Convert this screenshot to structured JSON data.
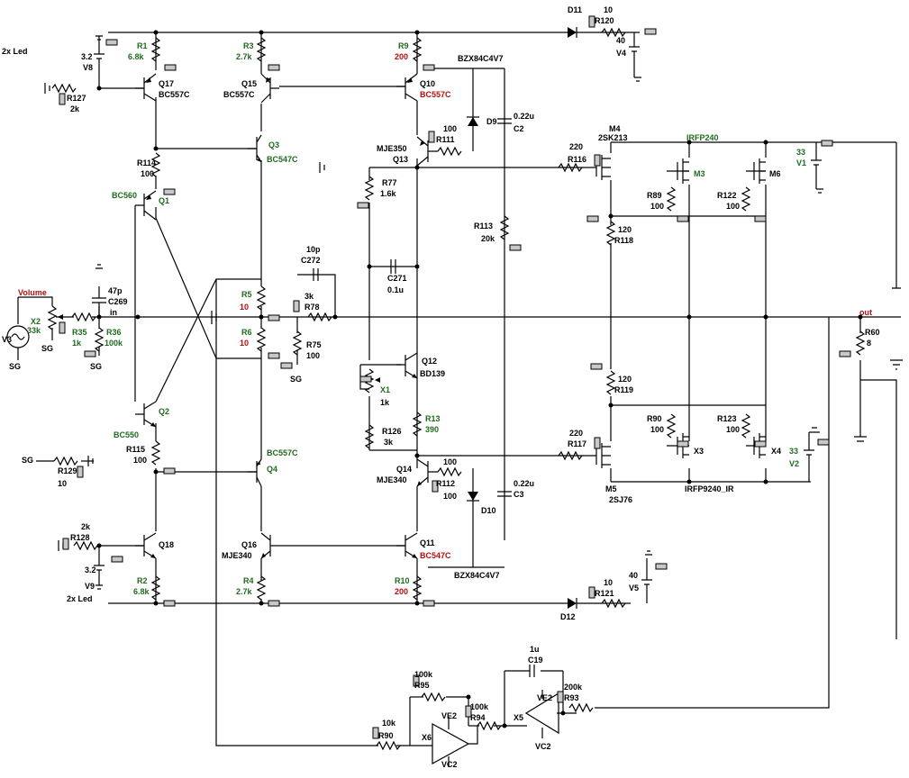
{
  "labels": {
    "r1": "R1",
    "r1_val": "6.8k",
    "r3": "R3",
    "r3_val": "2.7k",
    "r9": "R9",
    "r9_val": "200",
    "r114": "R114",
    "r114_val": "100",
    "r5": "R5",
    "r5_val": "10",
    "r6": "R6",
    "r6_val": "10",
    "r115": "R115",
    "r115_val": "100",
    "r2": "R2",
    "r2_val": "6.8k",
    "r4": "R4",
    "r4_val": "2.7k",
    "r10": "R10",
    "r10_val": "200",
    "r127": "R127",
    "r127_val": "2k",
    "r128": "R128",
    "r128_val": "2k",
    "r129": "R129",
    "r129_val": "10",
    "r35": "R35",
    "r35_val": "1k",
    "r36": "R36",
    "r36_val": "100k",
    "r78": "R78",
    "r78_val": "3k",
    "r75": "R75",
    "r75_val": "100",
    "r77": "R77",
    "r77_val": "1.6k",
    "r126": "R126",
    "r126_val": "3k",
    "r13": "R13",
    "r13_val": "390",
    "r111": "R111",
    "r111_val": "100",
    "r112": "R112",
    "r112_val": "100",
    "r113": "R113",
    "r113_val": "20k",
    "r116": "R116",
    "r116_val": "220",
    "r117": "R117",
    "r117_val": "220",
    "r118": "R118",
    "r118_val": "120",
    "r119": "R119",
    "r119_val": "120",
    "r89": "R89",
    "r89_val": "100",
    "r122": "R122",
    "r122_val": "100",
    "r90": "R90",
    "r90_val": "100",
    "r123": "R123",
    "r123_val": "100",
    "r120": "R120",
    "r120_val": "10",
    "r121": "R121",
    "r121_val": "10",
    "r60": "R60",
    "r60_val": "8",
    "r95": "R95",
    "r95_val": "100k",
    "r94": "R94",
    "r94_val": "100k",
    "r93": "R93",
    "r93_val": "200k",
    "r90b": "R90",
    "r90b_val": "10k",
    "q17": "Q17",
    "q17_part": "BC557C",
    "q15": "Q15",
    "q15_part": "BC557C",
    "q10": "Q10",
    "q10_part": "BC557C",
    "q3": "Q3",
    "q3_part": "BC547C",
    "q13": "Q13",
    "q13_part": "MJE350",
    "q1": "Q1",
    "q1_part": "BC560",
    "q2": "Q2",
    "q2_part": "BC550",
    "q4": "Q4",
    "q4_part": "BC557C",
    "q12": "Q12",
    "q12_part": "BD139",
    "q14": "Q14",
    "q14_part": "MJE340",
    "q18": "Q18",
    "q16": "Q16",
    "q16_part": "MJE340",
    "q11": "Q11",
    "q11_part": "BC547C",
    "m4": "M4",
    "m4_part": "2SK213",
    "m5": "M5",
    "m5_part": "2SJ76",
    "m3": "M3",
    "m6": "M6",
    "irfp240": "IRFP240",
    "irfp9240": "IRFP9240_IR",
    "x3": "X3",
    "x4": "X4",
    "x1": "X1",
    "x1_val": "1k",
    "x2": "X2",
    "x2_val": "33k",
    "volume": "Volume",
    "x5": "X5",
    "x6": "X6",
    "d9": "D9",
    "d10": "D10",
    "d11": "D11",
    "d12": "D12",
    "bzx_top": "BZX84C4V7",
    "bzx_bot": "BZX84C4V7",
    "c2": "C2",
    "c2_val": "0.22u",
    "c3": "C3",
    "c3_val": "0.22u",
    "c269": "C269",
    "c269_val": "47p",
    "c272": "C272",
    "c272_val": "10p",
    "c271": "C271",
    "c271_val": "0.1u",
    "c19": "C19",
    "c19_val": "1u",
    "v1": "V1",
    "v1_val": "33",
    "v2": "V2",
    "v2_val": "33",
    "v4": "V4",
    "v4_val": "40",
    "v5": "V5",
    "v5_val": "40",
    "v8": "V8",
    "v8_val": "3.2",
    "v8_note": "2x Led",
    "v9": "V9",
    "v9_val": "3.2",
    "v9_note": "2x Led",
    "v3": "V3",
    "in": "in",
    "out": "out",
    "sg1": "SG",
    "sg2": "SG",
    "sg3": "SG",
    "sg4": "SG",
    "ve2_a": "VE2",
    "vc2_a": "VC2",
    "ve2_b": "VE2",
    "vc2_b": "VC2"
  }
}
